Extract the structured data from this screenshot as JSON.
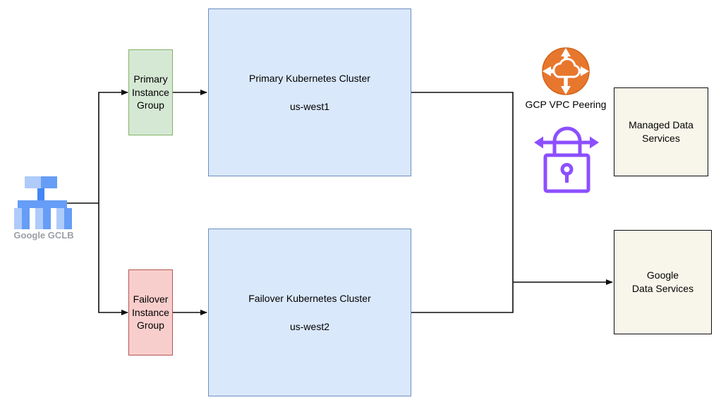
{
  "colors": {
    "line_color": "#0d0d0d",
    "green_fill": "#d5e8d4",
    "green_border": "#82b366",
    "red_fill": "#f8cecc",
    "red_border": "#b85450",
    "blue_fill": "#dae8fc",
    "blue_border": "#6c8ebf",
    "beige_fill": "#f8f6ea",
    "orange_icon": "#e8772e",
    "orange_edge": "#d1631a",
    "purple_icon": "#8c4fff",
    "gclb_light": "#aecbfa",
    "gclb_mid": "#669df6",
    "gclb_dark": "#4285f4",
    "caption_gray": "#9aa0a6"
  },
  "nodes": {
    "gclb": {
      "label": "Google GCLB"
    },
    "primary_instance_group": {
      "label": "Primary\nInstance\nGroup"
    },
    "failover_instance_group": {
      "label": "Failover\nInstance\nGroup"
    },
    "primary_cluster": {
      "title": "Primary Kubernetes Cluster",
      "region": "us-west1"
    },
    "failover_cluster": {
      "title": "Failover Kubernetes Cluster",
      "region": "us-west2"
    },
    "vpc_peering": {
      "label": "GCP VPC Peering"
    },
    "managed_data_services": {
      "label": "Managed Data\nServices"
    },
    "google_data_services": {
      "label": "Google\nData Services"
    }
  },
  "icons": {
    "gclb": "load-balancer-icon",
    "vpc_peering": "vpc-peering-icon",
    "secure_peering": "lock-arrows-icon"
  }
}
